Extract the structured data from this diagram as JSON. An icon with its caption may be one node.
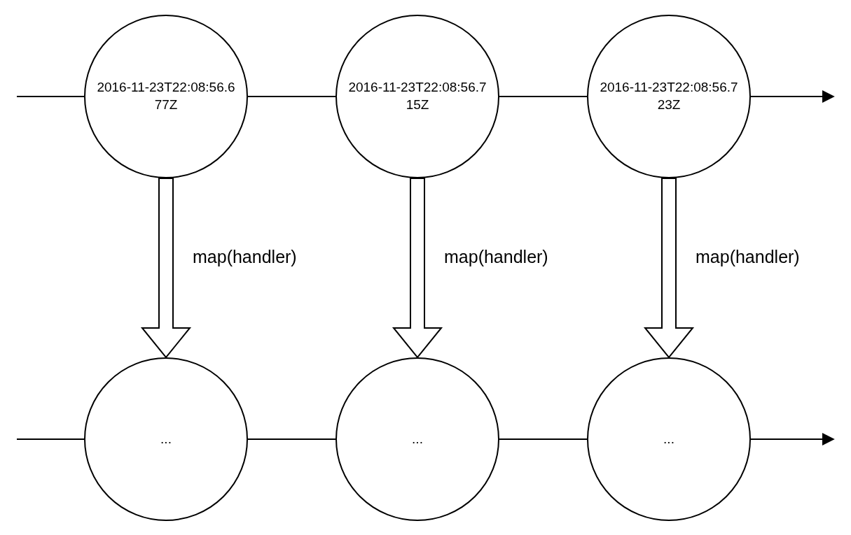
{
  "diagram": {
    "nodes": [
      {
        "text": [
          "2016-11-23T22:08:56.677Z"
        ]
      },
      {
        "text": [
          "2016-11-23T22:08:56.715Z"
        ]
      },
      {
        "text": [
          "2016-11-23T22:08:56.723Z"
        ]
      },
      {
        "text": [
          "..."
        ]
      },
      {
        "text": [
          "..."
        ]
      },
      {
        "text": [
          "..."
        ]
      }
    ],
    "edges": [
      {
        "from": null,
        "to": 0,
        "arrow": "none"
      },
      {
        "from": 0,
        "to": 1,
        "arrow": "none"
      },
      {
        "from": 1,
        "to": 2,
        "arrow": "none"
      },
      {
        "from": 2,
        "to": null,
        "arrow": "to"
      },
      {
        "from": null,
        "to": 3,
        "arrow": "none"
      },
      {
        "from": 3,
        "to": 4,
        "arrow": "none"
      },
      {
        "from": 4,
        "to": 5,
        "arrow": "none"
      },
      {
        "from": 5,
        "to": null,
        "arrow": "to"
      },
      {
        "from": 0,
        "to": 3,
        "arrow": "to",
        "style": "thick",
        "label": "map(handler)"
      },
      {
        "from": 1,
        "to": 4,
        "arrow": "to",
        "style": "thick",
        "label": "map(handler)"
      },
      {
        "from": 2,
        "to": 5,
        "arrow": "to",
        "style": "thick",
        "label": "map(handler)"
      }
    ]
  }
}
